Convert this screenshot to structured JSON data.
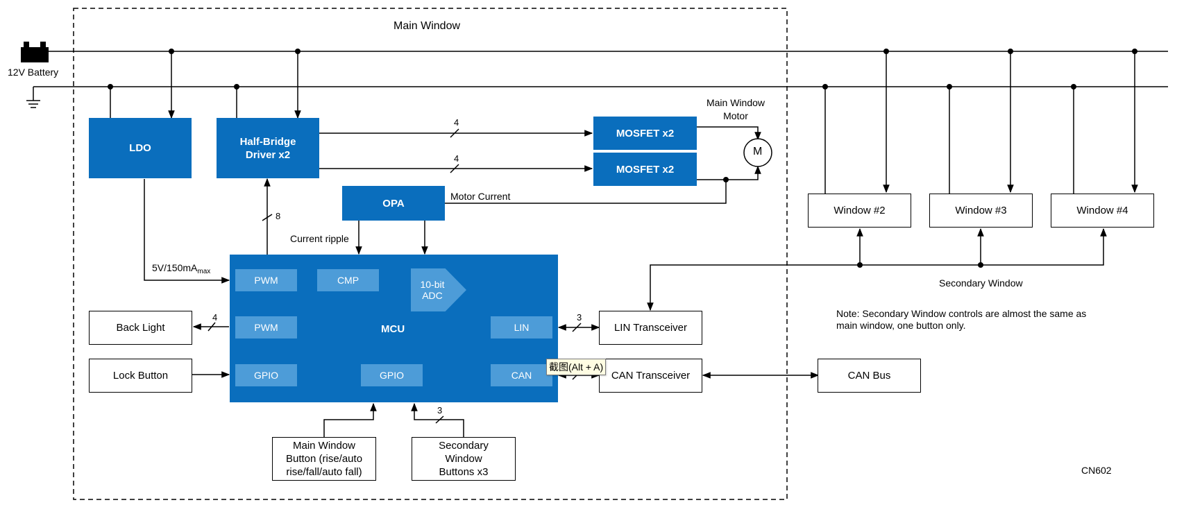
{
  "frame": {
    "title": "Main Window"
  },
  "supply": {
    "battery_label": "12V Battery"
  },
  "blocks": {
    "ldo": "LDO",
    "half_bridge": [
      "Half-Bridge",
      "Driver x2"
    ],
    "mosfet_1": "MOSFET x2",
    "mosfet_2": "MOSFET x2",
    "opa": "OPA",
    "mcu": "MCU",
    "back_light": "Back Light",
    "lock_button": "Lock Button",
    "lin_transceiver": "LIN Transceiver",
    "can_transceiver": "CAN Transceiver",
    "can_bus": "CAN Bus",
    "main_window_button": [
      "Main Window",
      "Button (rise/auto",
      "rise/fall/auto fall)"
    ],
    "secondary_window_buttons": [
      "Secondary",
      "Window",
      "Buttons x3"
    ],
    "window_2": "Window #2",
    "window_3": "Window #3",
    "window_4": "Window #4"
  },
  "mcu_peripherals": {
    "pwm_top": "PWM",
    "cmp": "CMP",
    "adc": [
      "10-bit",
      "ADC"
    ],
    "pwm_mid": "PWM",
    "lin": "LIN",
    "gpio_left": "GPIO",
    "gpio_mid": "GPIO",
    "can": "CAN"
  },
  "motor": {
    "symbol": "M",
    "label": [
      "Main Window",
      "Motor"
    ]
  },
  "signals": {
    "bus_width_top": "4",
    "bus_width_bottom": "4",
    "pwm_bus_width": "8",
    "motor_current": "Motor Current",
    "current_ripple": "Current ripple",
    "ldo_output": "5V/150mA",
    "ldo_output_sub": "max",
    "back_light_width": "4",
    "lin_width": "3",
    "secondary_buttons_width": "3",
    "secondary_window": "Secondary Window"
  },
  "note": [
    "Note: Secondary Window controls are almost the same as",
    "main window, one button only."
  ],
  "figure_id": "CN602",
  "tooltip": "截图(Alt + A)",
  "colors": {
    "block_blue": "#0a6ebd",
    "peripheral_blue": "#4d9cd8",
    "line": "#000000"
  }
}
